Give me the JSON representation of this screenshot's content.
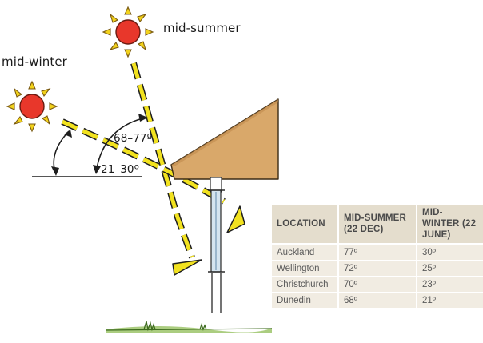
{
  "labels": {
    "mid_summer": "mid-summer",
    "mid_winter": "mid-winter",
    "summer_angle": "68–77º",
    "winter_angle": "21–30º"
  },
  "table": {
    "headers": [
      "LOCATION",
      "MID-SUMMER (22 DEC)",
      "MID-WINTER (22 JUNE)"
    ],
    "rows": [
      [
        "Auckland",
        "77º",
        "30º"
      ],
      [
        "Wellington",
        "72º",
        "25º"
      ],
      [
        "Christchurch",
        "70º",
        "23º"
      ],
      [
        "Dunedin",
        "68º",
        "21º"
      ]
    ]
  },
  "colors": {
    "sun_fill": "#e8372b",
    "sun_rays": "#f2d21b",
    "ray_yellow": "#f2e21f",
    "roof": "#d9a86a",
    "table_bg": "#f1ece2",
    "table_header_bg": "#e4ddcd",
    "grass": "#78b04a"
  },
  "icons": [
    "sun-icon-summer",
    "sun-icon-winter"
  ]
}
